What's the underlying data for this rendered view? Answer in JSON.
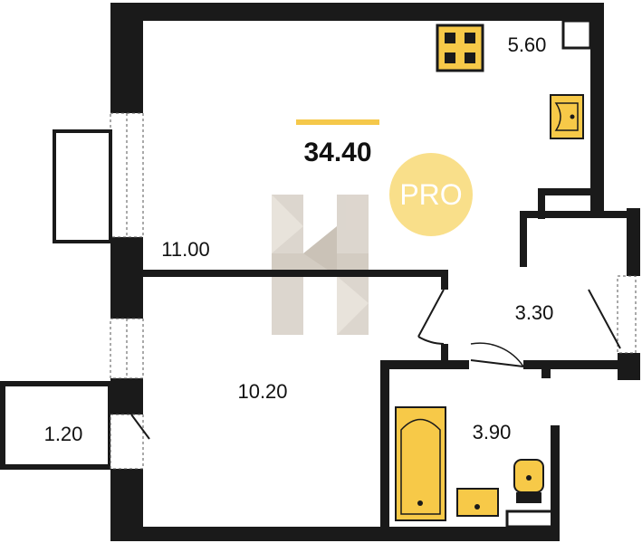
{
  "total_area": "34.40",
  "badge": "PRO",
  "rooms": [
    {
      "name": "kitchen-area",
      "area": "5.60"
    },
    {
      "name": "living-area",
      "area": "11.00"
    },
    {
      "name": "bedroom-area",
      "area": "10.20"
    },
    {
      "name": "hall-area",
      "area": "3.30"
    },
    {
      "name": "bathroom-area",
      "area": "3.90"
    },
    {
      "name": "balcony-area",
      "area": "1.20"
    }
  ],
  "colors": {
    "wall": "#1a1a1a",
    "accent": "#f5c84a",
    "fixture_fill": "#f7c948",
    "badge": "#f9df8a",
    "watermark": "#d8d1c8"
  },
  "icons": [
    "stove-icon",
    "sink-icon",
    "bathtub-icon",
    "toilet-icon",
    "washbasin-icon",
    "watermark-logo"
  ]
}
